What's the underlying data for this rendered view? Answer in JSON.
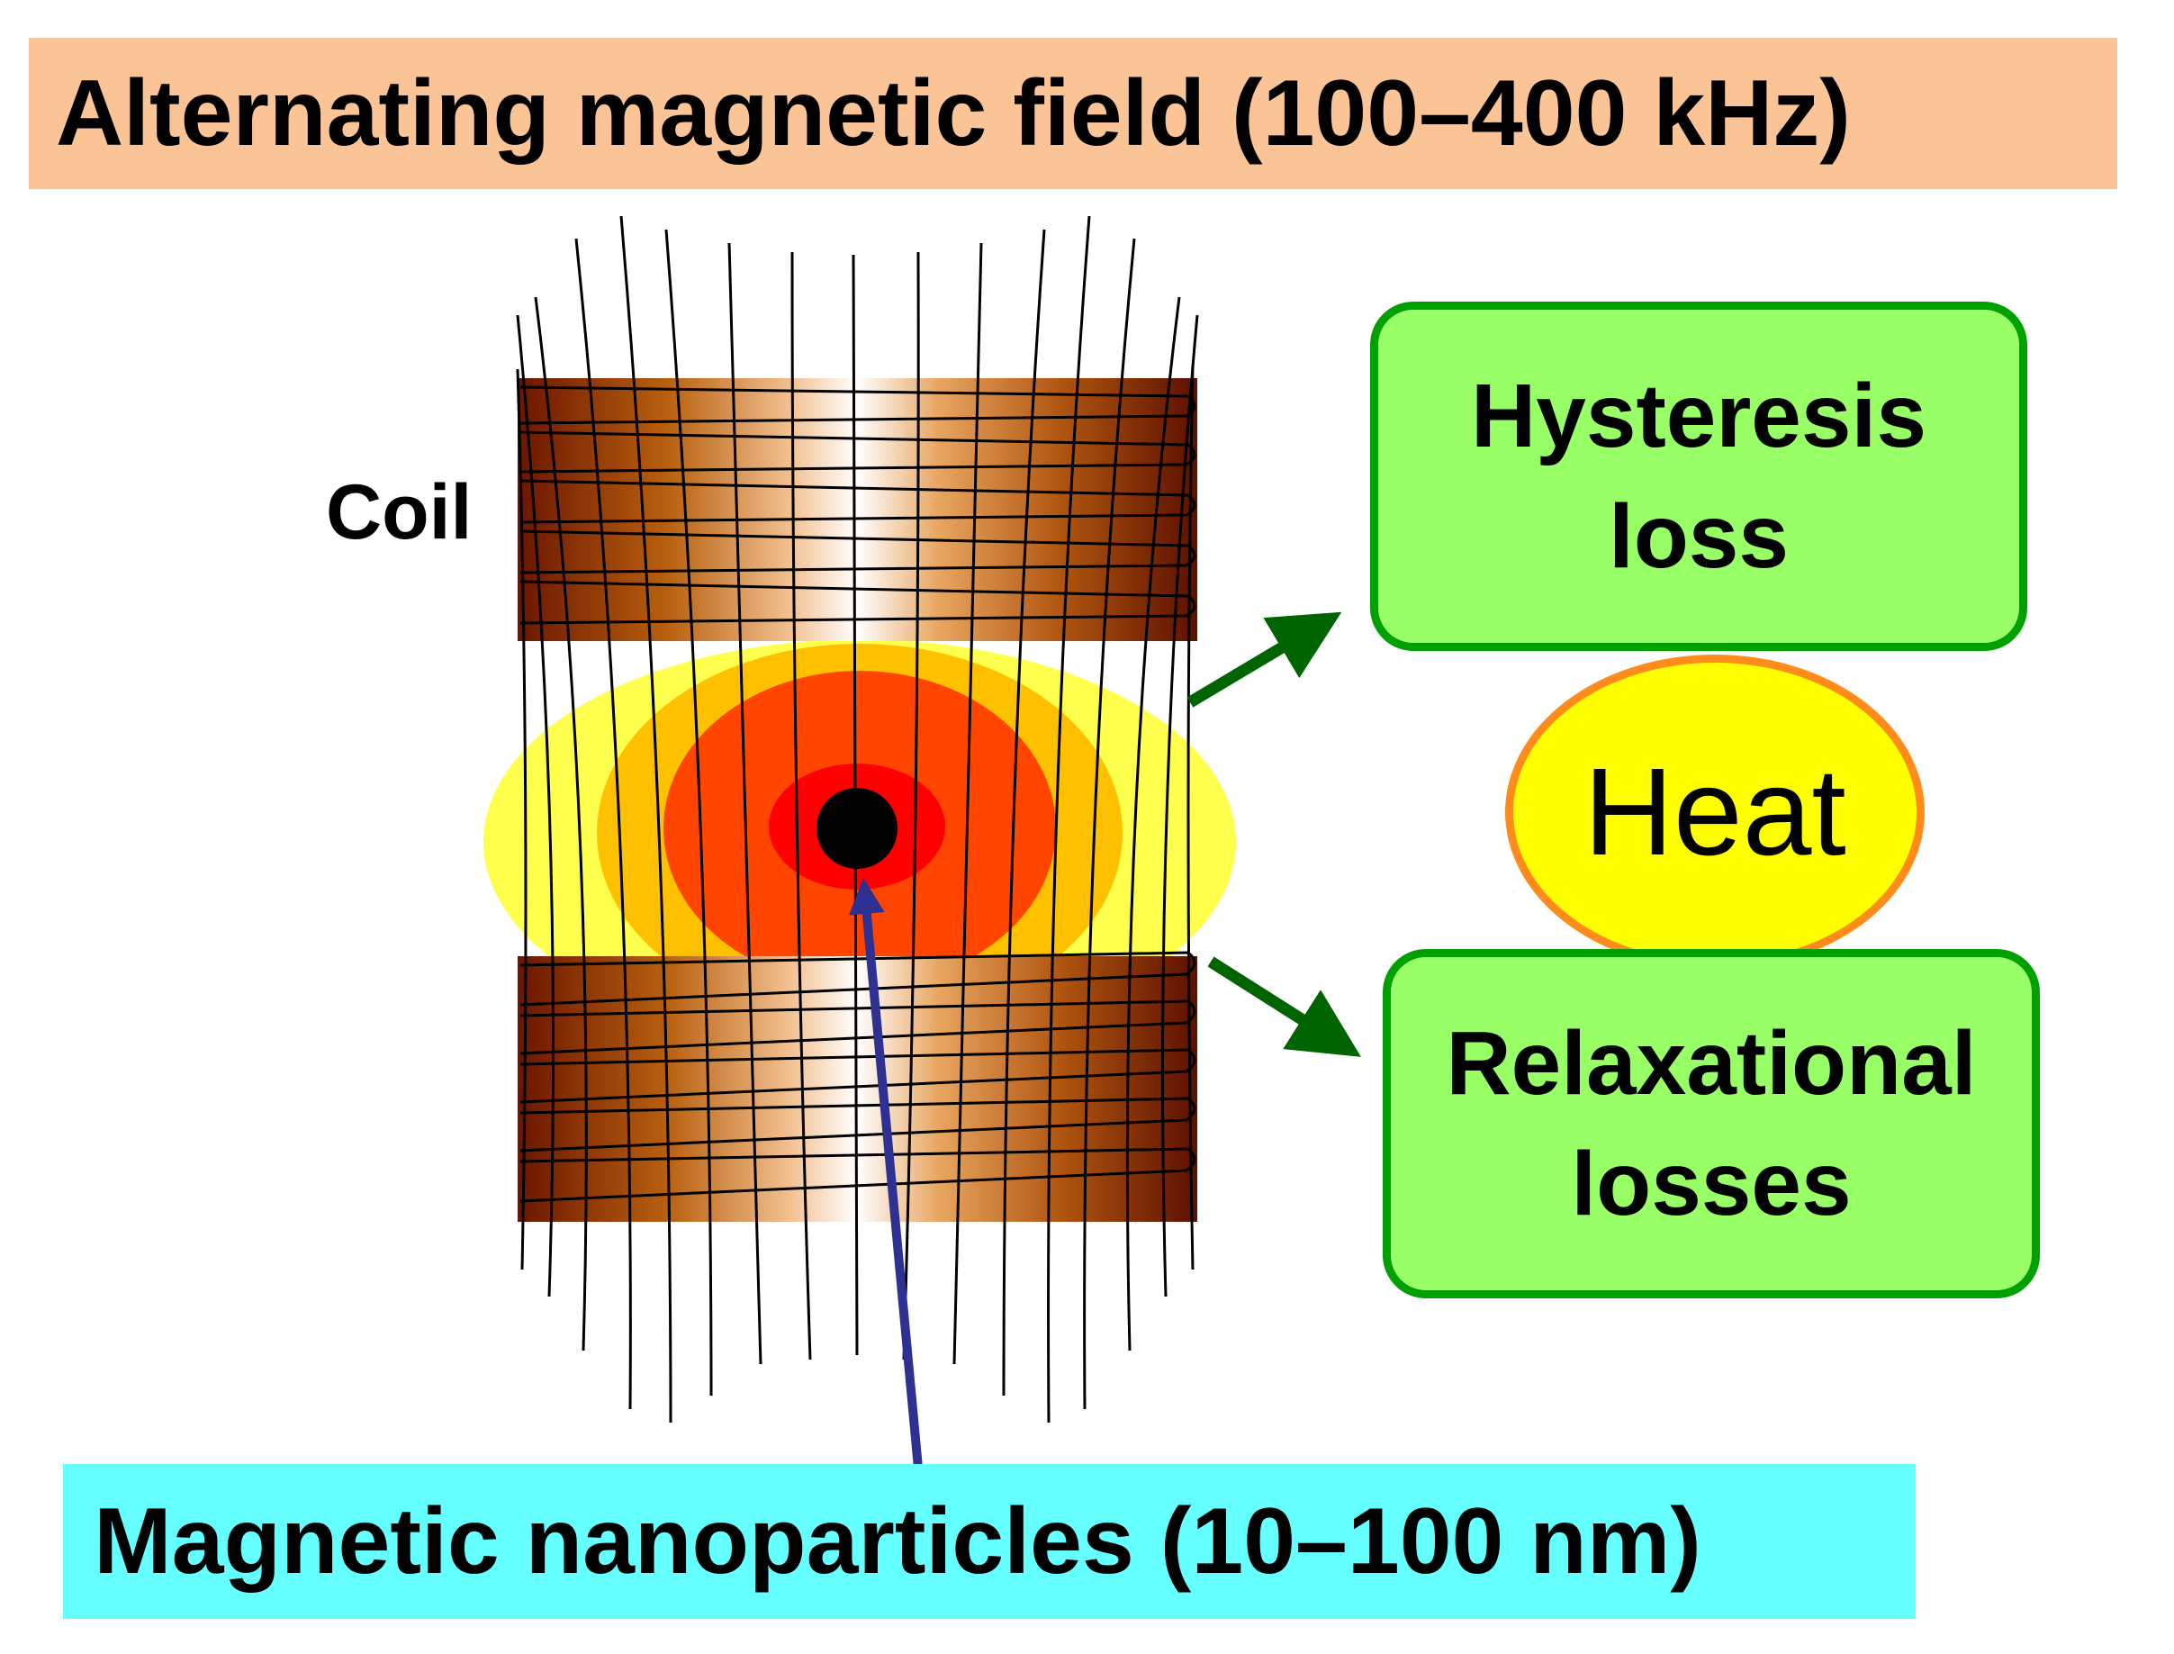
{
  "title": "Alternating magnetic field (100–400 kHz)",
  "coil_label": "Coil",
  "loss_boxes": {
    "hysteresis": [
      "Hysteresis",
      "loss"
    ],
    "relaxational": [
      "Relaxational",
      "losses"
    ]
  },
  "heat_label": "Heat",
  "nanoparticles_label": "Magnetic nanoparticles (10–100 nm)",
  "colors": {
    "title_banner": "#fbc496",
    "nanoparticle_banner": "#66ffff",
    "loss_box_fill": "#99ff66",
    "loss_box_border": "#00a000",
    "heat_fill": "#ffff00",
    "heat_border": "#ff8c1a",
    "coil_dark": "#6b1500",
    "coil_mid": "#c06a1a",
    "coil_light": "#ffffff",
    "heat_outer": "#ffff4d",
    "heat_mid": "#ffc000",
    "heat_inner": "#ff4500",
    "heat_core": "#ff0000",
    "nanoparticle": "#000000",
    "green_arrow": "#006400",
    "blue_arrow": "#2e3192"
  }
}
